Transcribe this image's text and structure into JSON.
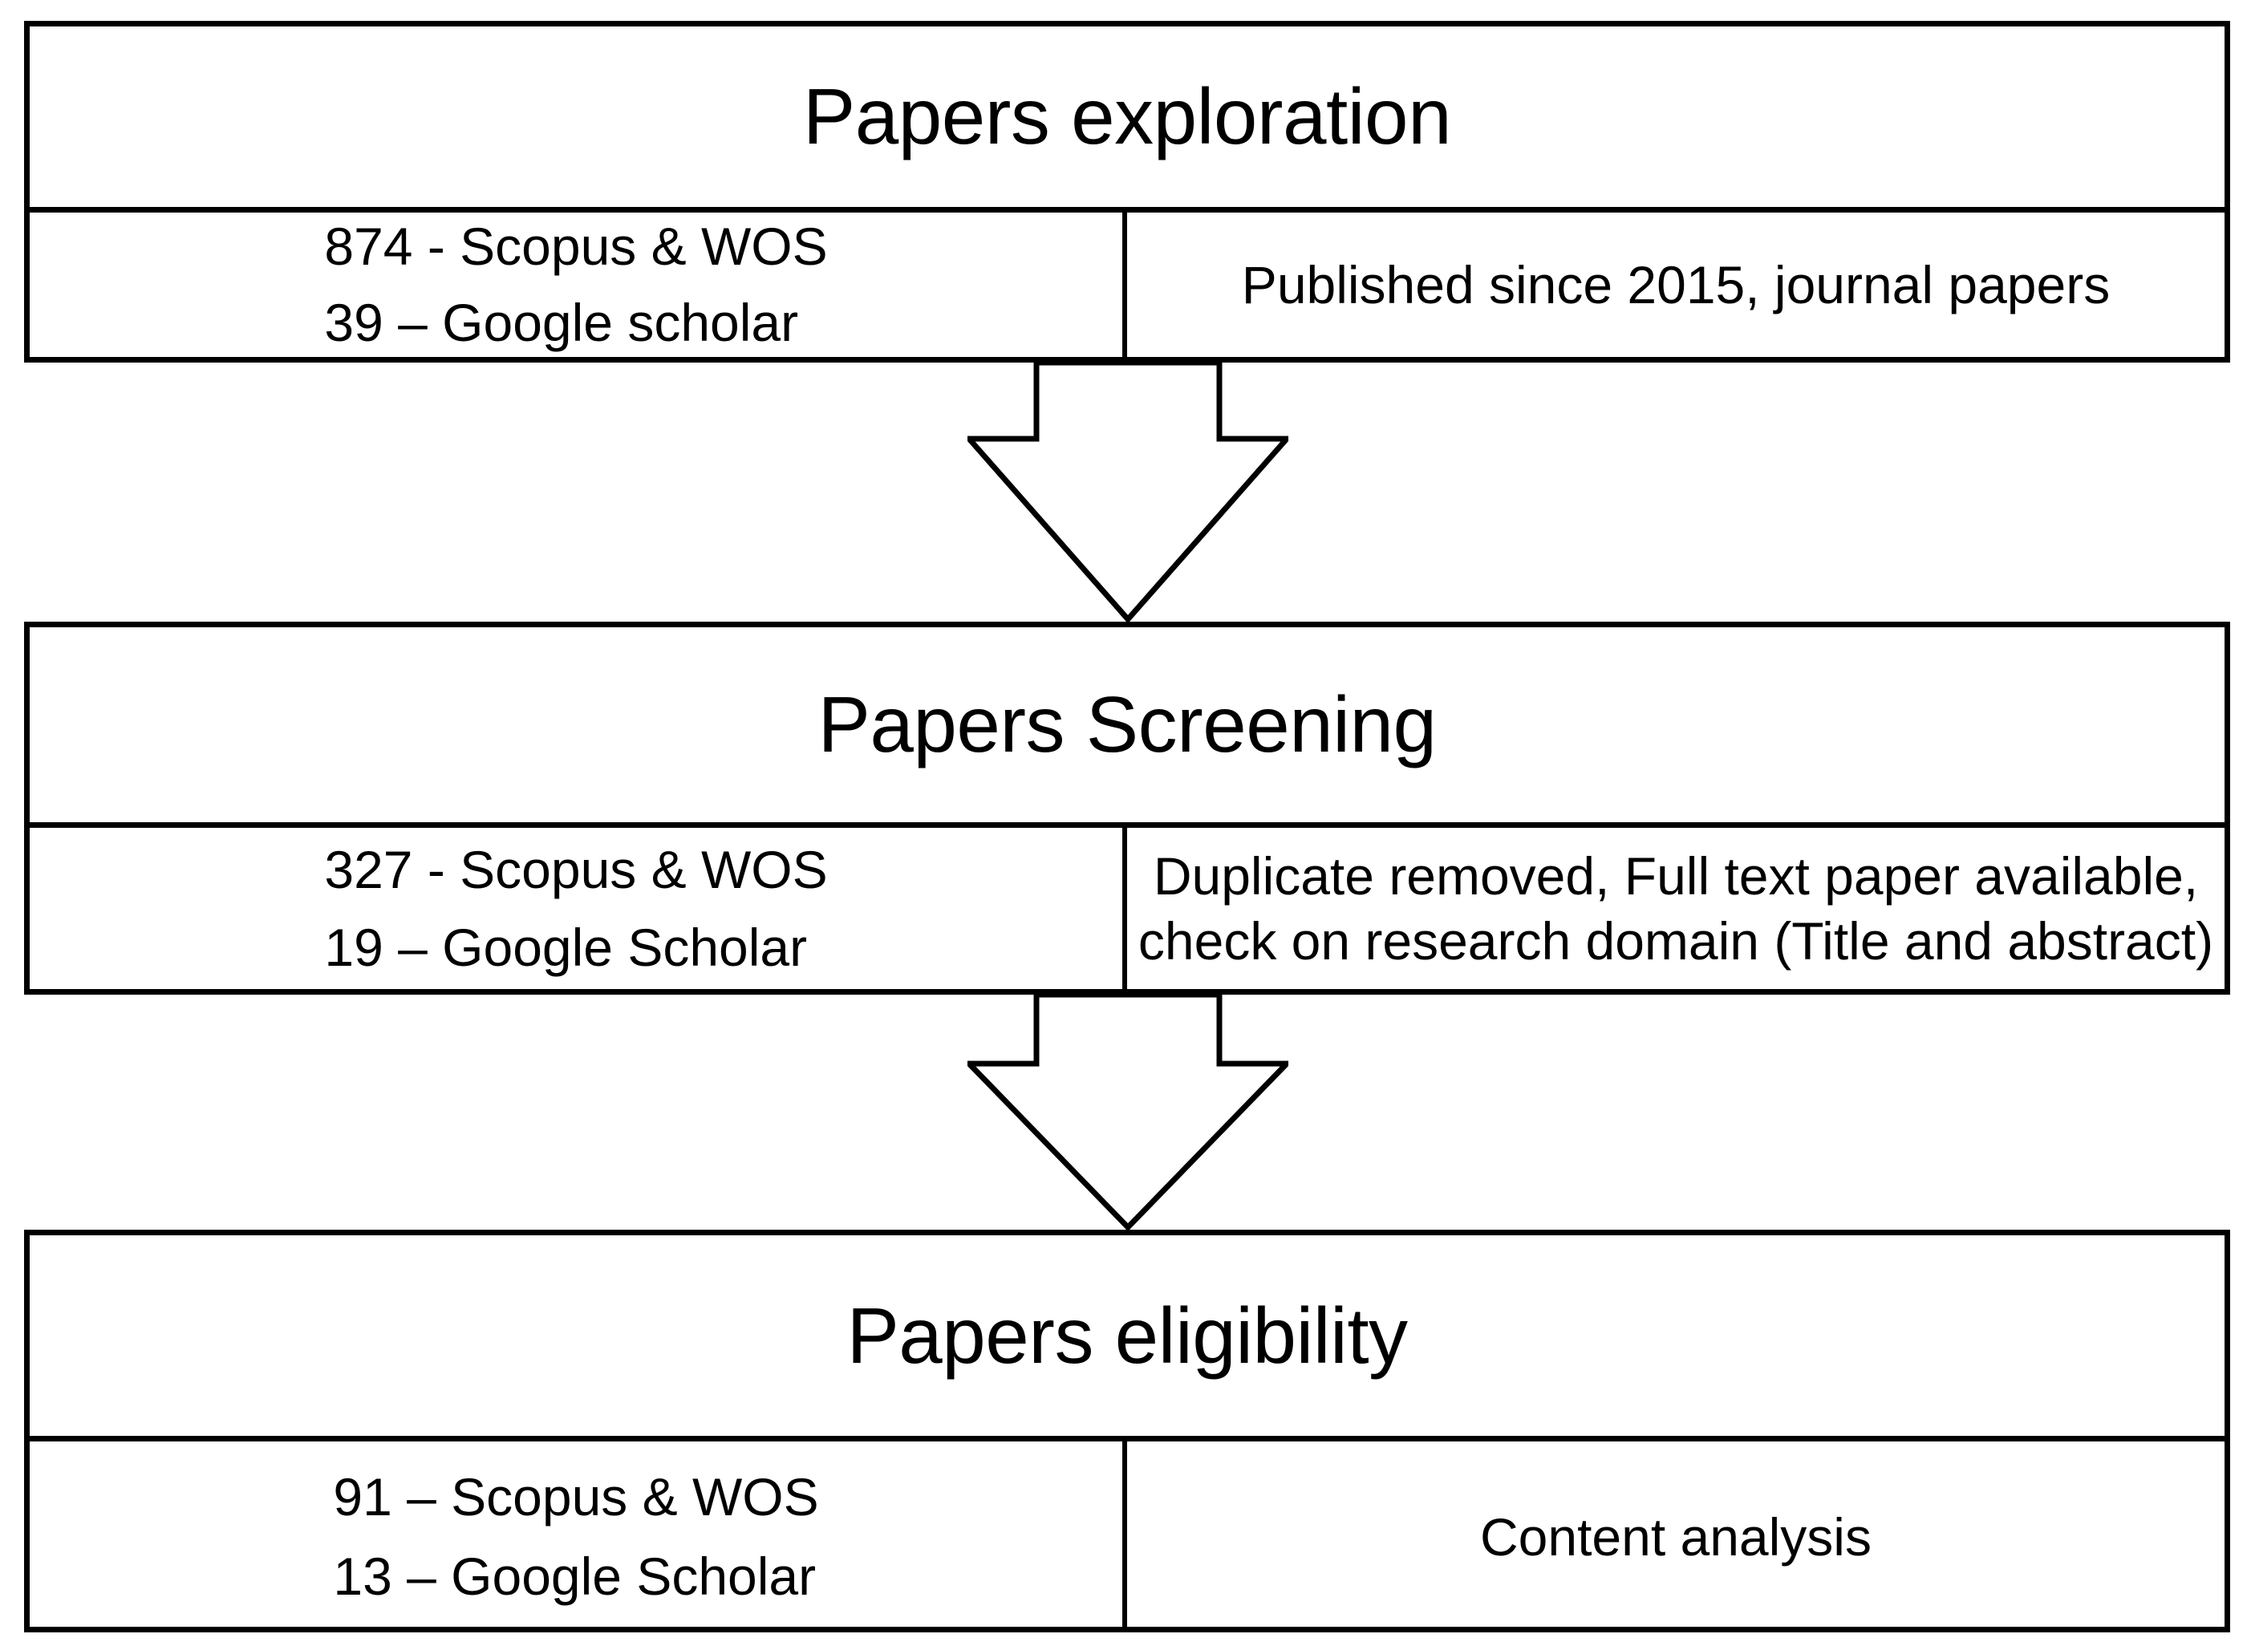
{
  "diagram": {
    "type": "prisma-style flow diagram",
    "orientation": "vertical",
    "stages": [
      {
        "id": "exploration",
        "title": "Papers exploration",
        "counts": [
          "874  - Scopus & WOS",
          "39 – Google scholar"
        ],
        "criteria": [
          "Published since 2015, journal papers"
        ]
      },
      {
        "id": "screening",
        "title": "Papers Screening",
        "counts": [
          "327 - Scopus & WOS",
          "19 – Google Scholar"
        ],
        "criteria": [
          "Duplicate removed, Full text paper available,",
          "check on research domain (Title and abstract)"
        ]
      },
      {
        "id": "eligibility",
        "title": "Papers eligibility",
        "counts": [
          "91 – Scopus & WOS",
          "13 – Google Scholar"
        ],
        "criteria": [
          "Content analysis"
        ]
      }
    ],
    "connectors": [
      {
        "id": "arrow-exploration-to-screening",
        "icon": "down-block-arrow-icon"
      },
      {
        "id": "arrow-screening-to-eligibility",
        "icon": "down-block-arrow-icon"
      }
    ],
    "colors": {
      "stroke": "#000000",
      "background": "#ffffff",
      "text": "#000000"
    }
  }
}
